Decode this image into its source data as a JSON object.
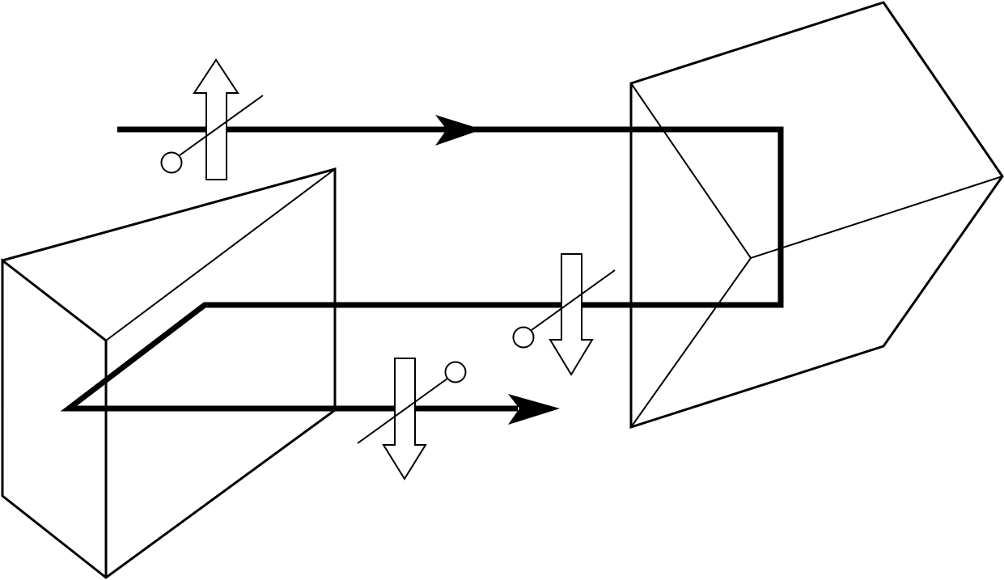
{
  "diagram": {
    "description_free": true,
    "colors": {
      "stroke": "#000000",
      "fill": "#ffffff"
    },
    "elements": [
      "prism",
      "cube",
      "beam-path",
      "polarization-up",
      "polarization-down-right",
      "polarization-down-bottom"
    ]
  }
}
